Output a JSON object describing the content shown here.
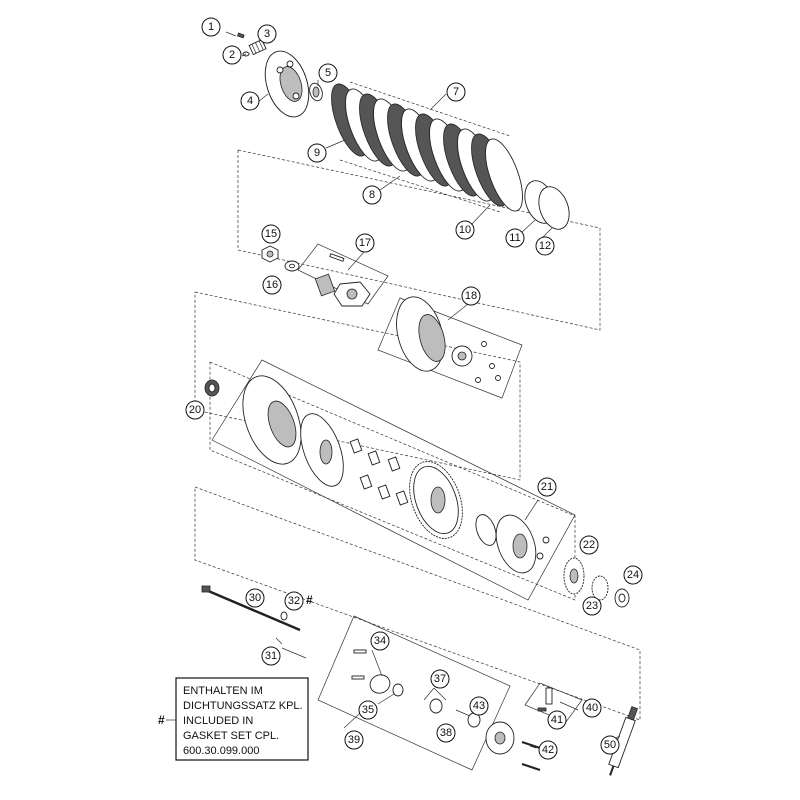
{
  "callouts": [
    "1",
    "2",
    "3",
    "4",
    "5",
    "7",
    "8",
    "9",
    "10",
    "11",
    "12",
    "15",
    "16",
    "17",
    "18",
    "20",
    "21",
    "22",
    "23",
    "24",
    "30",
    "31",
    "32",
    "34",
    "35",
    "37",
    "38",
    "39",
    "40",
    "41",
    "42",
    "43",
    "50"
  ],
  "hash_mark": "#",
  "note": {
    "marker": "#",
    "lines": [
      "ENTHALTEN IM",
      "DICHTUNGSSATZ KPL.",
      "INCLUDED IN",
      "GASKET SET CPL.",
      "600.30.099.000"
    ]
  }
}
